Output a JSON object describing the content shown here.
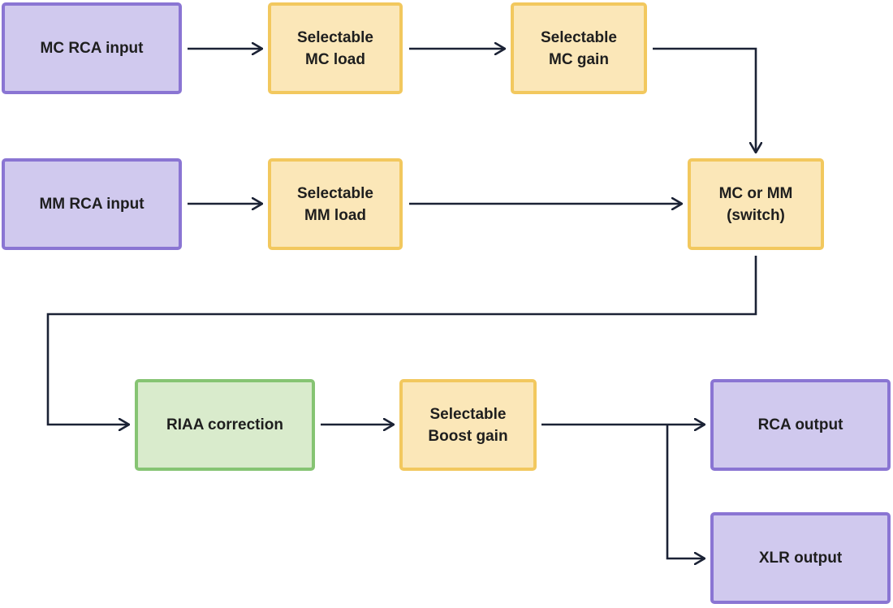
{
  "diagram": {
    "colors": {
      "io_fill": "#d0c9ee",
      "io_border": "#8a75d3",
      "stage_fill": "#fbe7b8",
      "stage_border": "#f2c85e",
      "riaa_fill": "#d9ebcc",
      "riaa_border": "#86c473",
      "connector": "#1b2235"
    },
    "nodes": {
      "mc_rca_input": {
        "lines": [
          "MC RCA input"
        ]
      },
      "mc_load": {
        "lines": [
          "Selectable",
          "MC load"
        ]
      },
      "mc_gain": {
        "lines": [
          "Selectable",
          "MC gain"
        ]
      },
      "mm_rca_input": {
        "lines": [
          "MM RCA input"
        ]
      },
      "mm_load": {
        "lines": [
          "Selectable",
          "MM load"
        ]
      },
      "switch": {
        "lines": [
          "MC or MM",
          "(switch)"
        ]
      },
      "riaa": {
        "lines": [
          "RIAA correction"
        ]
      },
      "boost_gain": {
        "lines": [
          "Selectable",
          "Boost gain"
        ]
      },
      "rca_output": {
        "lines": [
          "RCA output"
        ]
      },
      "xlr_output": {
        "lines": [
          "XLR output"
        ]
      }
    },
    "edges": [
      {
        "from": "MC RCA input",
        "to": "Selectable MC load"
      },
      {
        "from": "Selectable MC load",
        "to": "Selectable MC gain"
      },
      {
        "from": "Selectable MC gain",
        "to": "MC or MM (switch)"
      },
      {
        "from": "MM RCA input",
        "to": "Selectable MM load"
      },
      {
        "from": "Selectable MM load",
        "to": "MC or MM (switch)"
      },
      {
        "from": "MC or MM (switch)",
        "to": "RIAA correction"
      },
      {
        "from": "RIAA correction",
        "to": "Selectable Boost gain"
      },
      {
        "from": "Selectable Boost gain",
        "to": "RCA output"
      },
      {
        "from": "Selectable Boost gain",
        "to": "XLR output"
      }
    ]
  }
}
